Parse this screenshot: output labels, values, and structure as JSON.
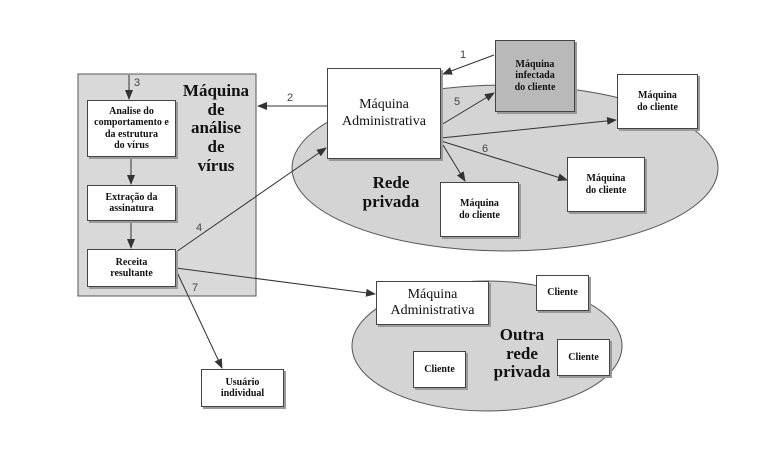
{
  "analysis_machine": {
    "title": "Máquina\nde\nanálise\nde\nvírus",
    "steps": {
      "behavior": "Analise do\ncomportamento e\nda estrutura\ndo vírus",
      "signature": "Extração da\nassinatura",
      "recipe": "Receita\nresultante"
    }
  },
  "private_network": {
    "label": "Rede\nprivada",
    "admin": "Máquina\nAdministrativa",
    "infected": "Máquina\ninfectada\ndo cliente",
    "client_a": "Máquina\ndo cliente",
    "client_b": "Máquina\ndo cliente",
    "client_c": "Máquina\ndo cliente"
  },
  "other_network": {
    "label": "Outra\nrede\nprivada",
    "admin": "Máquina\nAdministrativa",
    "client_a": "Cliente",
    "client_b": "Cliente",
    "client_c": "Cliente"
  },
  "individual_user": "Usuário\nindividual",
  "edge_labels": {
    "e1": "1",
    "e2": "2",
    "e3": "3",
    "e4": "4",
    "e5": "5",
    "e6": "6",
    "e7": "7"
  },
  "colors": {
    "panel": "#d9d9d9",
    "ellipse": "#d4d4d4",
    "infected": "#b9b9b9",
    "stroke": "#444444"
  }
}
